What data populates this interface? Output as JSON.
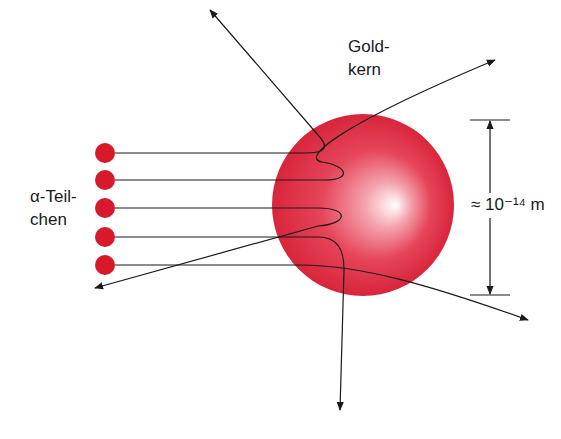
{
  "diagram": {
    "labels": [
      "Gold- kern",
      "α-Teil- chen",
      "≈ 10⁻¹⁴ m"
    ]
  }
}
